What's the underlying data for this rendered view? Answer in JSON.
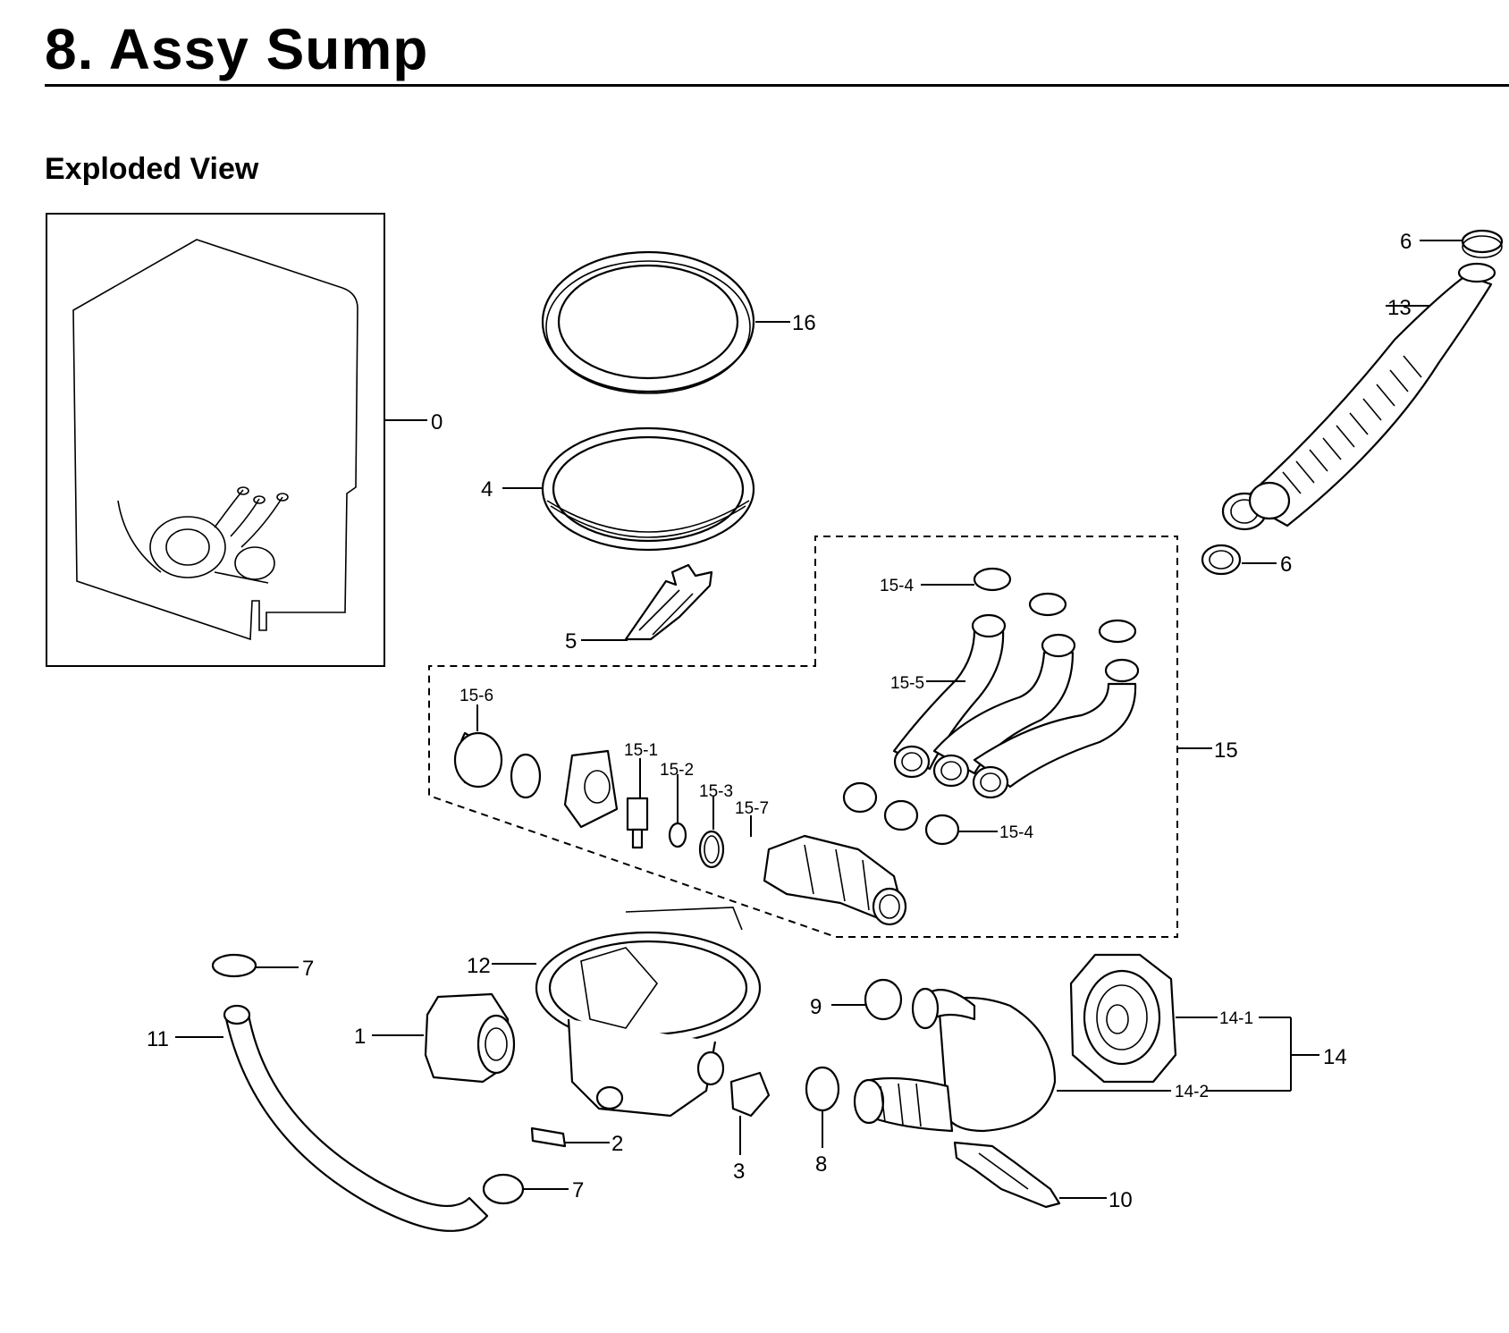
{
  "header": {
    "title": "8.  Assy Sump",
    "subtitle": "Exploded View"
  },
  "callouts": {
    "c0": "0",
    "c1": "1",
    "c2": "2",
    "c3": "3",
    "c4": "4",
    "c5": "5",
    "c6a": "6",
    "c6b": "6",
    "c7a": "7",
    "c7b": "7",
    "c8": "8",
    "c9": "9",
    "c10": "10",
    "c11": "11",
    "c12": "12",
    "c13": "13",
    "c14": "14",
    "c14_1": "14-1",
    "c14_2": "14-2",
    "c15": "15",
    "c15_1": "15-1",
    "c15_2": "15-2",
    "c15_3": "15-3",
    "c15_4a": "15-4",
    "c15_4b": "15-4",
    "c15_5": "15-5",
    "c15_6": "15-6",
    "c15_7": "15-7",
    "c16": "16"
  }
}
